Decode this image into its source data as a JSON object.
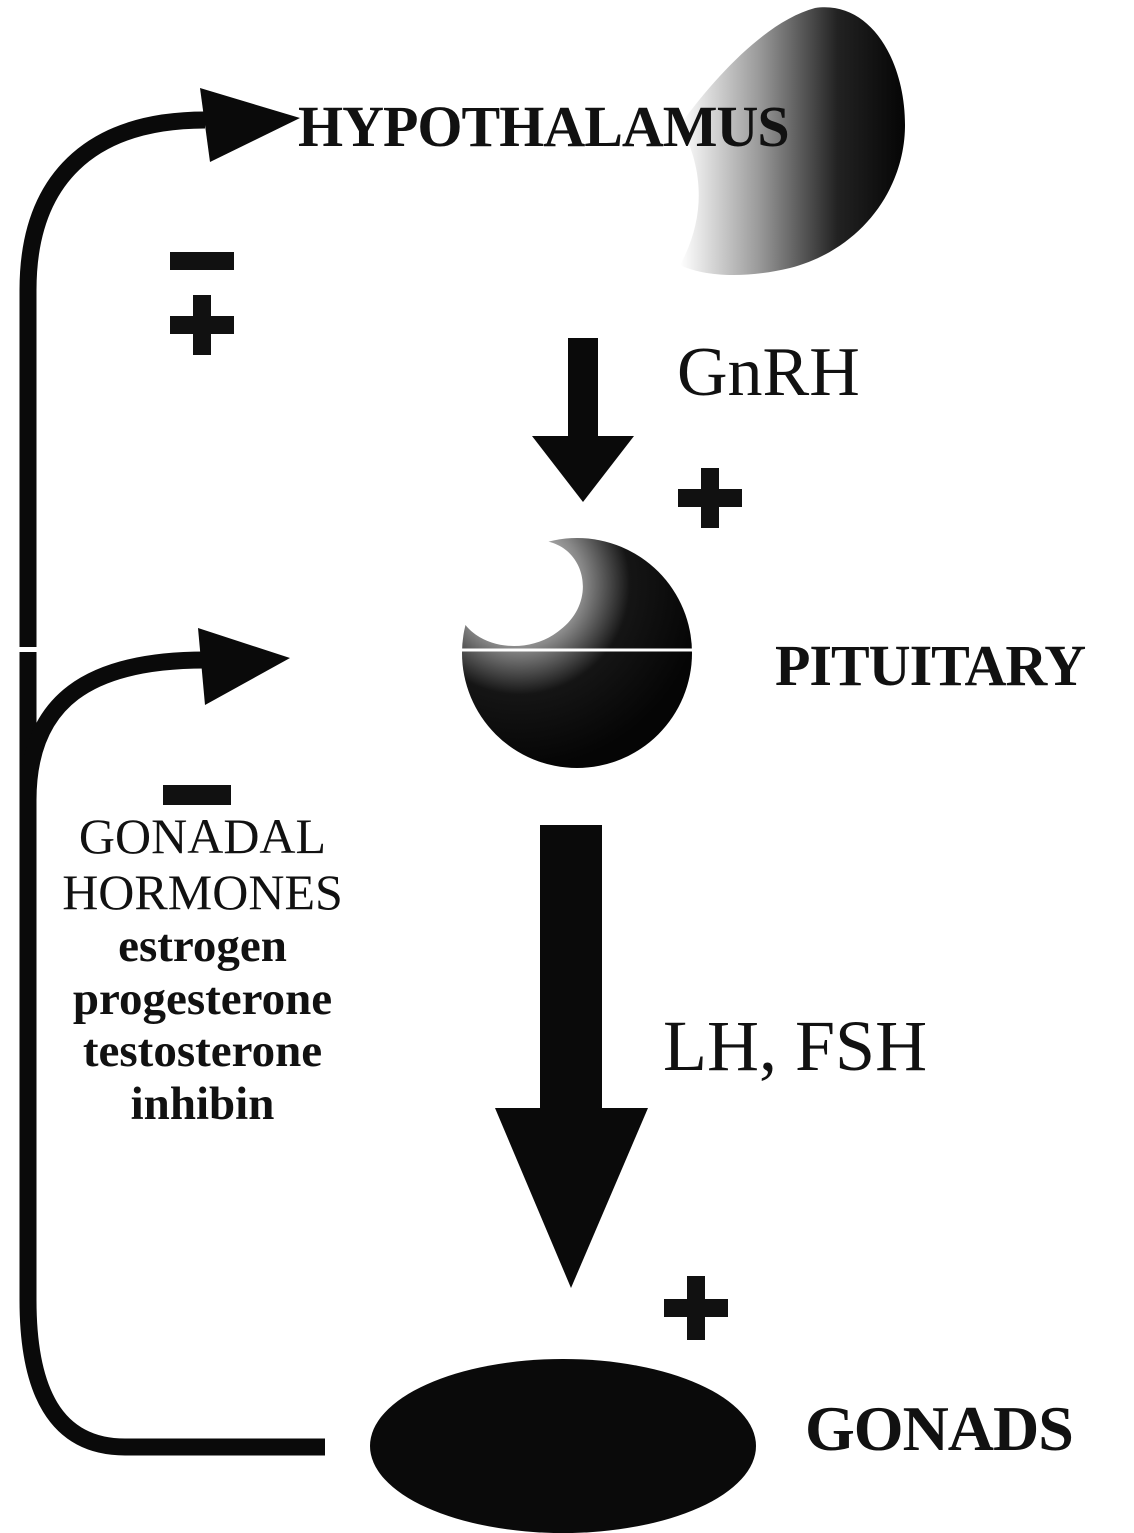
{
  "diagram": {
    "nodes": {
      "hypothalamus": "HYPOTHALAMUS",
      "pituitary": "PITUITARY",
      "gonads": "GONADS"
    },
    "hormone_labels": {
      "gnrh": "GnRH",
      "lh_fsh": "LH, FSH"
    },
    "feedback": {
      "heading_line1": "GONADAL",
      "heading_line2": "HORMONES",
      "items": [
        "estrogen",
        "progesterone",
        "testosterone",
        "inhibin"
      ]
    },
    "signs": {
      "hypothalamus_feedback": [
        "−",
        "+"
      ],
      "gnrh_effect": "+",
      "pituitary_feedback": "−",
      "lh_fsh_effect": "+"
    }
  }
}
